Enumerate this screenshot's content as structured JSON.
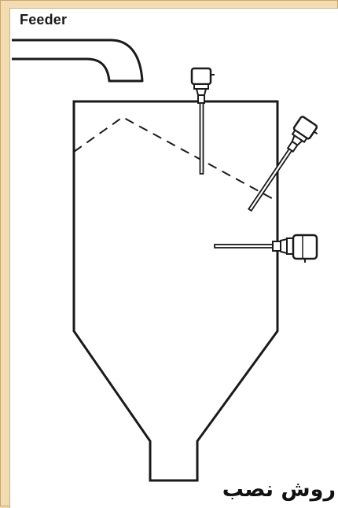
{
  "diagram": {
    "feeder_label": "Feeder",
    "caption": "روش نصب",
    "colors": {
      "background": "#f4dcb0",
      "panel": "#ffffff",
      "line": "#1a1a1a"
    },
    "icons": [
      "vertical-probe-sensor",
      "angled-probe-sensor",
      "horizontal-probe-sensor"
    ]
  }
}
